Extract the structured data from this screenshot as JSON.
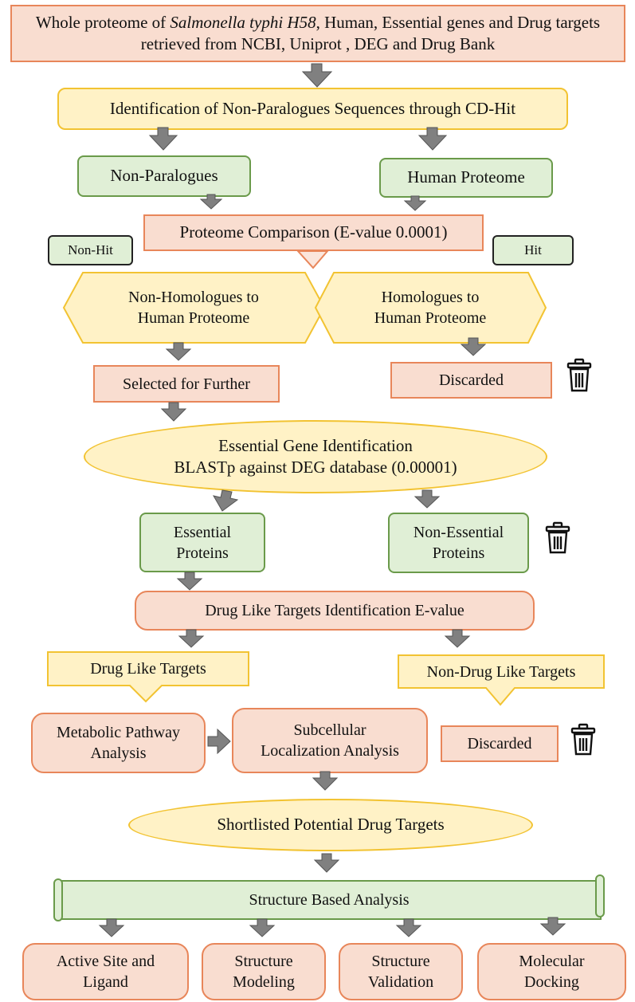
{
  "nodes": {
    "source": {
      "text_pre": "Whole proteome of ",
      "text_em": "Salmonella typhi H58",
      "text_post": ", Human, Essential genes and Drug targets retrieved from NCBI, Uniprot , DEG and Drug Bank"
    },
    "nonparalog_id": "Identification of Non-Paralogues Sequences through CD-Hit",
    "nonparalogues": "Non-Paralogues",
    "human_proteome": "Human Proteome",
    "proteome_comparison": "Proteome Comparison (E-value 0.0001)",
    "non_hit": "Non-Hit",
    "hit": "Hit",
    "non_homologues": "Non-Homologues to\nHuman Proteome",
    "homologues": "Homologues to\nHuman Proteome",
    "selected": "Selected for Further",
    "discarded_1": "Discarded",
    "essential_gene": "Essential Gene Identification\nBLASTp against DEG database (0.00001)",
    "essential_proteins": "Essential\nProteins",
    "nonessential_proteins": "Non-Essential\nProteins",
    "druglike_id": "Drug Like Targets Identification E-value",
    "druglike": "Drug Like Targets",
    "nondruglike": "Non-Drug Like Targets",
    "metabolic": "Metabolic Pathway\nAnalysis",
    "subcellular": "Subcellular\nLocalization Analysis",
    "discarded_2": "Discarded",
    "shortlisted": "Shortlisted Potential Drug Targets",
    "structure_based": "Structure Based Analysis",
    "active_site": "Active Site and\nLigand",
    "structure_modeling": "Structure\nModeling",
    "structure_validation": "Structure\nValidation",
    "molecular_docking": "Molecular\nDocking"
  },
  "icons": [
    "trash-icon",
    "trash-icon",
    "trash-icon"
  ],
  "colors": {
    "pink_fill": "#f9ddd0",
    "pink_border": "#e8865a",
    "yellow_fill": "#fff2c6",
    "yellow_border": "#f2c332",
    "green_fill": "#e0efd6",
    "green_border": "#6a9a4a",
    "arrow_gray": "#808080"
  }
}
